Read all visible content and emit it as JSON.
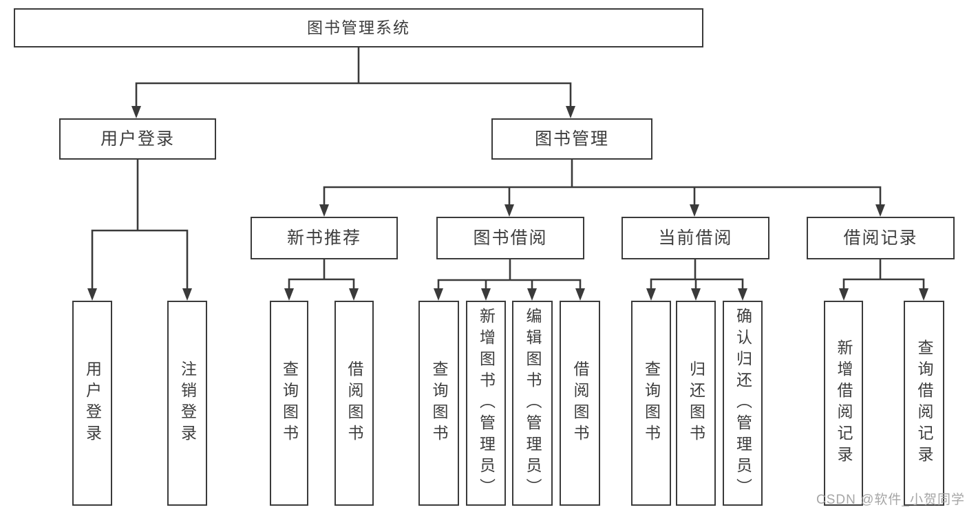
{
  "colors": {
    "line": "#3a3a3a",
    "text": "#3d3d3d",
    "box_background": "#ffffff",
    "page_background": "#ffffff",
    "watermark": "#a6a6a6"
  },
  "watermark": {
    "text": "CSDN @软件_小贺同学"
  },
  "tree": {
    "root": {
      "label": "图书管理系统"
    },
    "branches": [
      {
        "label": "用户登录",
        "children": [
          {
            "label": "用户登录"
          },
          {
            "label": "注销登录"
          }
        ]
      },
      {
        "label": "图书管理",
        "children": [
          {
            "label": "新书推荐",
            "children": [
              {
                "label": "查询图书"
              },
              {
                "label": "借阅图书"
              }
            ]
          },
          {
            "label": "图书借阅",
            "children": [
              {
                "label": "查询图书"
              },
              {
                "label": "新增图书（管理员）"
              },
              {
                "label": "编辑图书（管理员）"
              },
              {
                "label": "借阅图书"
              }
            ]
          },
          {
            "label": "当前借阅",
            "children": [
              {
                "label": "查询图书"
              },
              {
                "label": "归还图书"
              },
              {
                "label": "确认归还（管理员）"
              }
            ]
          },
          {
            "label": "借阅记录",
            "children": [
              {
                "label": "新增借阅记录"
              },
              {
                "label": "查询借阅记录"
              }
            ]
          }
        ]
      }
    ]
  }
}
